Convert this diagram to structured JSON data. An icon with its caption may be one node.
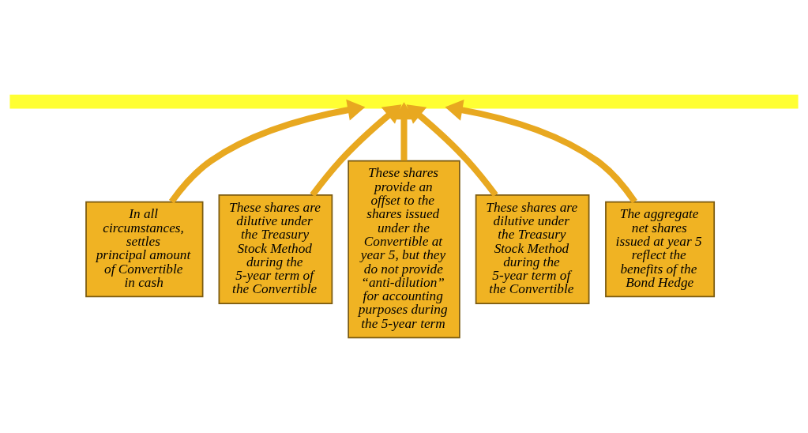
{
  "diagram": {
    "nodes": [
      {
        "text": [],
        "shape": "bar"
      },
      {
        "text": [
          "In all circumstances, settles principal amount of Convertible in cash"
        ]
      },
      {
        "text": [
          "These shares are dilutive under the Treasury Stock Method during the 5-year term of the Convertible"
        ]
      },
      {
        "text": [
          "These shares provide an offset to the shares issued under the Convertible at year 5, but they do not provide “anti-dilution” for accounting purposes during the 5-year term"
        ]
      },
      {
        "text": [
          "These shares are dilutive under the Treasury Stock Method during the 5-year term of the Convertible"
        ]
      },
      {
        "text": [
          "The aggregate net shares issued at year 5 reflect the benefits of the Bond Hedge"
        ]
      }
    ],
    "edges": [
      {
        "from": 1,
        "to": 0,
        "arrow": "to"
      },
      {
        "from": 2,
        "to": 0,
        "arrow": "to"
      },
      {
        "from": 3,
        "to": 0,
        "arrow": "to"
      },
      {
        "from": 4,
        "to": 0,
        "arrow": "to"
      },
      {
        "from": 5,
        "to": 0,
        "arrow": "to"
      }
    ]
  }
}
